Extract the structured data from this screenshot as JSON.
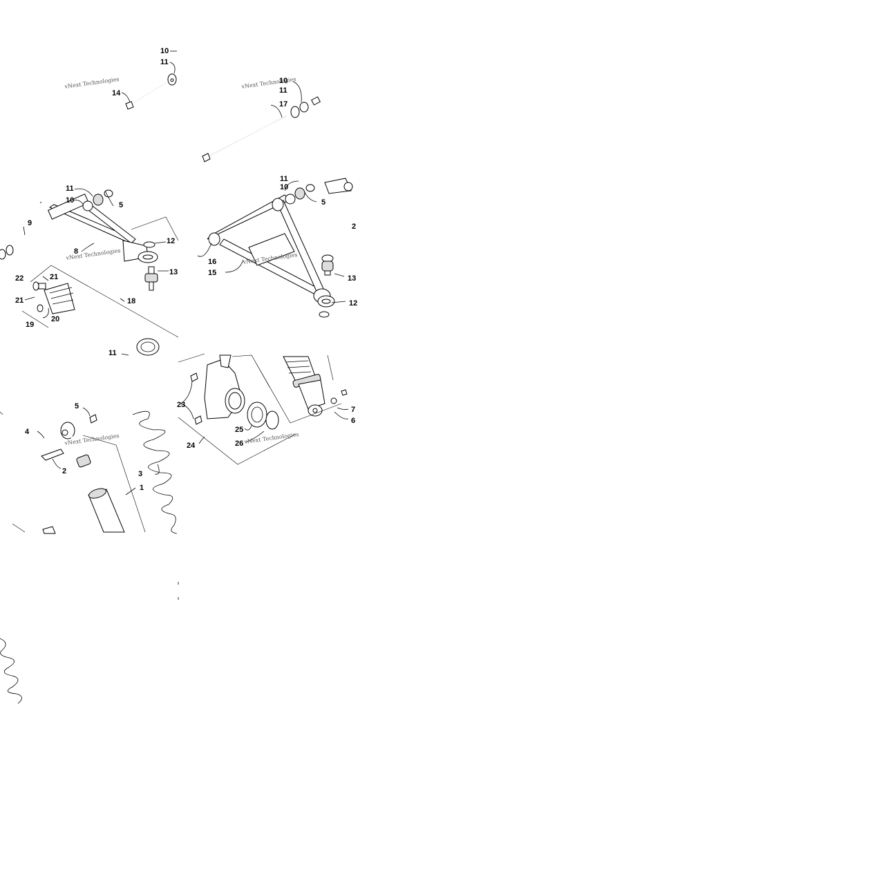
{
  "watermark": "vNext Technologies",
  "callouts": {
    "p1_10": "10",
    "p1_11": "11",
    "p1_14": "14",
    "p2_10": "10",
    "p2_11": "11",
    "p2_17": "17",
    "p3_11": "11",
    "p3_10": "10",
    "p3_5": "5",
    "p3_9": "9",
    "p3_8": "8",
    "p3_12": "12",
    "p3_13": "13",
    "p3_22": "22",
    "p3_21a": "21",
    "p3_21b": "21",
    "p3_18": "18",
    "p3_20": "20",
    "p3_19": "19",
    "p3_11b": "11",
    "p4_10": "10",
    "p4_11": "11",
    "p4_5": "5",
    "p4_2": "2",
    "p4_16": "16",
    "p4_15": "15",
    "p4_13": "13",
    "p4_12": "12",
    "p5_5": "5",
    "p5_4": "4",
    "p5_2": "2",
    "p5_3": "3",
    "p5_1": "1",
    "p6_23": "23",
    "p6_25": "25",
    "p6_26": "26",
    "p6_24": "24",
    "p6_7": "7",
    "p6_6": "6"
  }
}
